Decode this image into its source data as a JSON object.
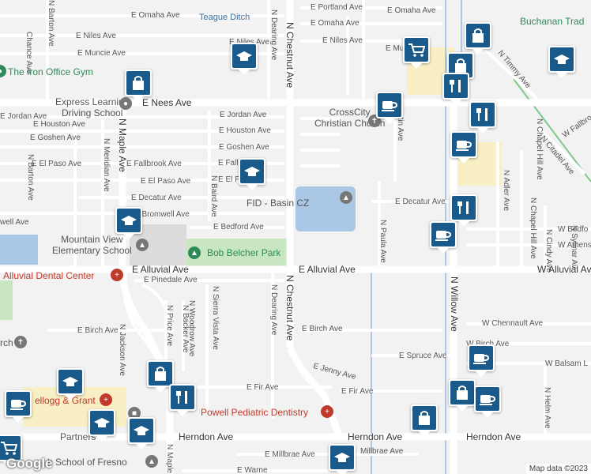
{
  "attribution": "Map data ©2023",
  "logo": "Google",
  "colors": {
    "school_marker": "#1a5a8a",
    "road": "#ffffff",
    "water": "#aac8e6",
    "park": "#c8e6c0",
    "commercial": "#f8efc5",
    "school_area": "#dcdcdc"
  },
  "major_roads": {
    "e_nees": "E Nees Ave",
    "e_alluvial_w": "E Alluvial Ave",
    "e_alluvial": "E Alluvial Ave",
    "w_alluvial": "W Alluvial Ave",
    "herndon_1": "Herndon Ave",
    "herndon_2": "Herndon Ave",
    "herndon_3": "Herndon Ave",
    "n_chestnut_top": "N Chestnut Ave",
    "n_chestnut_bottom": "N Chestnut Ave",
    "n_maple": "N Maple Ave",
    "n_willow": "N Willow Ave"
  },
  "streets": {
    "e_omaha_1": "E Omaha Ave",
    "e_niles_1": "E Niles Ave",
    "e_muncie_1": "E Muncie Ave",
    "e_niles_2": "E Niles Ave",
    "e_portland": "E Portland Ave",
    "e_omaha_2": "E Omaha Ave",
    "e_omaha_3": "E Omaha Ave",
    "e_niles_3": "E Niles Ave",
    "e_mu": "E Mu",
    "e_jordan_w": "E Jordan Ave",
    "e_houston_w": "E Houston Ave",
    "e_goshen_w": "E Goshen Ave",
    "e_fallbrook_w": "E Fallbrook Ave",
    "e_el_paso_w": "E El Paso Ave",
    "e_jordan": "E Jordan Ave",
    "e_houston": "E Houston Ave",
    "e_goshen": "E Goshen Ave",
    "e_fallb": "E Fallb",
    "e_el_paso": "E El Paso Ave",
    "e_el_p": "E El P",
    "e_decatur": "E Decatur Ave",
    "e_decatur_e": "E Decatur Ave",
    "e_bromwell": "E Bromwell Ave",
    "e_bedford": "E Bedford Ave",
    "well_ave": "well Ave",
    "e_pinedale": "E Pinedale Ave",
    "e_birch_w": "E Birch Ave",
    "e_birch": "E Birch Ave",
    "e_jenny": "E Jenny Ave",
    "e_spruce": "E Spruce Ave",
    "e_fir_w": "E Fir Ave",
    "e_fir": "E Fir Ave",
    "e_millbrae": "E Millbrae Ave",
    "millbrae": "Millbrae Ave",
    "e_warner": "E Warne",
    "w_fallbro": "W Fallbro",
    "w_bedfo": "W Bedfo",
    "w_athens": "W Athens",
    "w_chennault": "W Chennault Ave",
    "w_birch": "W Birch Ave",
    "w_balsam": "W Balsam L",
    "n_barton_1": "N Barton Ave",
    "n_barton_2": "N Barton Ave",
    "chance_ave": "Chance Ave",
    "n_dearing_1": "N Dearing Ave",
    "n_dearing_2": "N Dearing Ave",
    "n_meridian": "N Meridian Ave",
    "n_baird": "N Baird Ave",
    "n_sierra_vista": "N Sierra Vista Ave",
    "n_woodrow": "N Woodrow Ave",
    "n_backer": "N Backer Ave",
    "n_price": "N Price Ave",
    "n_jackson": "N Jackson Ave",
    "n_maple_s": "N Maple",
    "n_paula": "N Paula Ave",
    "n_chapel_hill_1": "N Chapel Hill Ave",
    "n_chapel_hill_2": "N Chapel Hill Ave",
    "n_adler": "N Adler Ave",
    "n_cindy": "N Cindy Ave",
    "n_sylmar": "N Sylmar Av",
    "n_helm": "N Helm Ave",
    "n_timmy": "N Timmy Ave",
    "n_citadel": "N Citadel Ave",
    "ustin_ave": "ustin Ave"
  },
  "places": {
    "teague_ditch": "Teague Ditch",
    "buchanan": "Buchanan Trad",
    "iron_office_gym": "The Iron Office Gym",
    "express_learning": "Express Learning\nDriving School",
    "crosscity": "CrossCity\nChristian Church",
    "fid_basin": "FID - Basin CZ",
    "mountain_view": "Mountain View\nElementary School",
    "bob_belcher": "Bob Belcher Park",
    "alluvial_dental": "Alluvial Dental Center",
    "church_partial": "rch",
    "kellogg": "ellogg & Grant",
    "powell": "Powell Pediatric Dentistry",
    "partners": "Partners",
    "school_fresno": "h School of Fresno"
  },
  "markers": [
    {
      "kind": "school-icon",
      "name": "school-marker-niles"
    },
    {
      "kind": "shopping-cart-icon",
      "name": "shopping-marker-muncie"
    },
    {
      "kind": "shopping-bag-icon",
      "name": "shopping-bag-marker-ne"
    },
    {
      "kind": "school-icon",
      "name": "school-marker-timmy"
    },
    {
      "kind": "shopping-bag-icon",
      "name": "shopping-bag-marker-nees"
    },
    {
      "kind": "shopping-bag-icon",
      "name": "shopping-bag-marker-east"
    },
    {
      "kind": "restaurant-icon",
      "name": "restaurant-marker-1"
    },
    {
      "kind": "cafe-icon",
      "name": "cafe-marker-crosscity"
    },
    {
      "kind": "restaurant-icon",
      "name": "restaurant-marker-2"
    },
    {
      "kind": "cafe-icon",
      "name": "cafe-marker-willow"
    },
    {
      "kind": "school-icon",
      "name": "school-marker-fallbrook"
    },
    {
      "kind": "school-icon",
      "name": "school-marker-bromwell"
    },
    {
      "kind": "restaurant-icon",
      "name": "restaurant-marker-decatur"
    },
    {
      "kind": "cafe-icon",
      "name": "cafe-marker-decatur"
    },
    {
      "kind": "cafe-icon",
      "name": "cafe-marker-spruce"
    },
    {
      "kind": "shopping-bag-icon",
      "name": "shopping-bag-marker-fir"
    },
    {
      "kind": "cafe-icon",
      "name": "cafe-marker-fir"
    },
    {
      "kind": "shopping-bag-icon",
      "name": "shopping-bag-marker-herndon"
    },
    {
      "kind": "shopping-bag-icon",
      "name": "shopping-bag-marker-maple"
    },
    {
      "kind": "restaurant-icon",
      "name": "restaurant-marker-maple"
    },
    {
      "kind": "school-icon",
      "name": "school-marker-kellogg"
    },
    {
      "kind": "cafe-icon",
      "name": "cafe-marker-kellogg"
    },
    {
      "kind": "school-icon",
      "name": "school-marker-partners"
    },
    {
      "kind": "school-icon",
      "name": "school-marker-herndon"
    },
    {
      "kind": "shopping-cart-icon",
      "name": "shopping-marker-sw"
    },
    {
      "kind": "school-icon",
      "name": "school-marker-millbrae"
    }
  ]
}
